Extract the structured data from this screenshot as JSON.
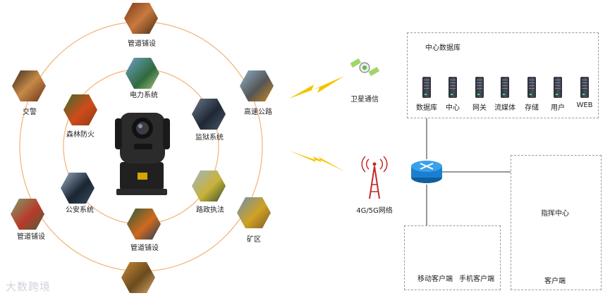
{
  "scenarios": {
    "top": "管道铺设",
    "power": "电力系统",
    "jiaojing": "交警",
    "forest": "森林防火",
    "highway": "高速公路",
    "prison": "监狱系统",
    "police": "公安系统",
    "road": "路政执法",
    "left_bottom": "管道铺设",
    "mine": "矿区",
    "bottom": "管道铺设"
  },
  "links": {
    "satellite": "卫星通信",
    "cellular": "4G/5G网络"
  },
  "data_center": {
    "title": "中心数据库",
    "nodes": [
      "数据库",
      "中心",
      "网关",
      "流媒体",
      "存储",
      "用户",
      "WEB"
    ]
  },
  "command": {
    "label": "指挥中心"
  },
  "client": {
    "label": "客户端"
  },
  "mobile": {
    "mobile_client": "移动客户端",
    "phone_client": "手机客户端"
  },
  "watermark": "大数跨境",
  "colors": {
    "ring": "#f2b277",
    "lightning": "#f5c400",
    "router": "#1a7fd0",
    "box_border": "#9a9a9a"
  }
}
